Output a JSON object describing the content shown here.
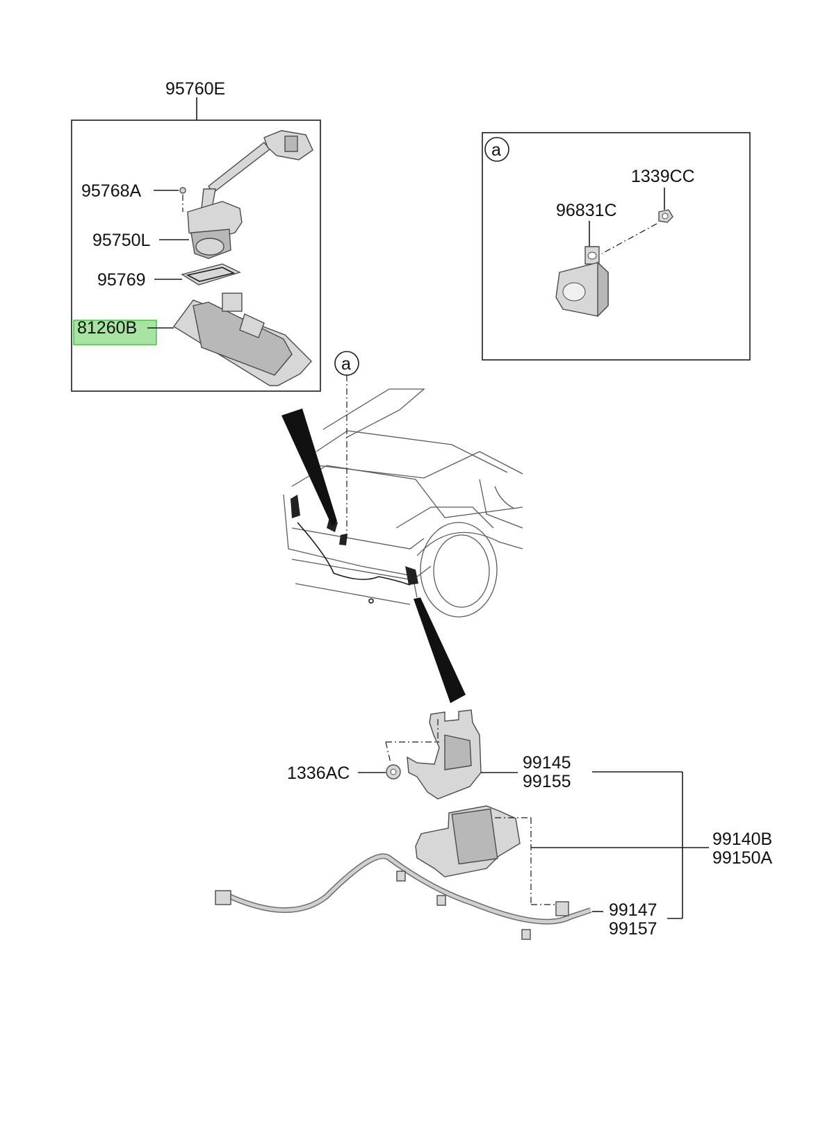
{
  "callouts": {
    "p95760E": "95760E",
    "p95768A": "95768A",
    "p95750L": "95750L",
    "p95769": "95769",
    "p81260B": "81260B",
    "p1339CC": "1339CC",
    "p96831C": "96831C",
    "p1336AC": "1336AC",
    "p99145": "99145",
    "p99155": "99155",
    "p99140B": "99140B",
    "p99150A": "99150A",
    "p99147": "99147",
    "p99157": "99157"
  },
  "detail_marker": "a",
  "highlighted_part": "81260B",
  "colors": {
    "highlight_fill": "#a9e3a1",
    "highlight_border": "#3cc83c",
    "part_fill": "#d7d7d7"
  }
}
